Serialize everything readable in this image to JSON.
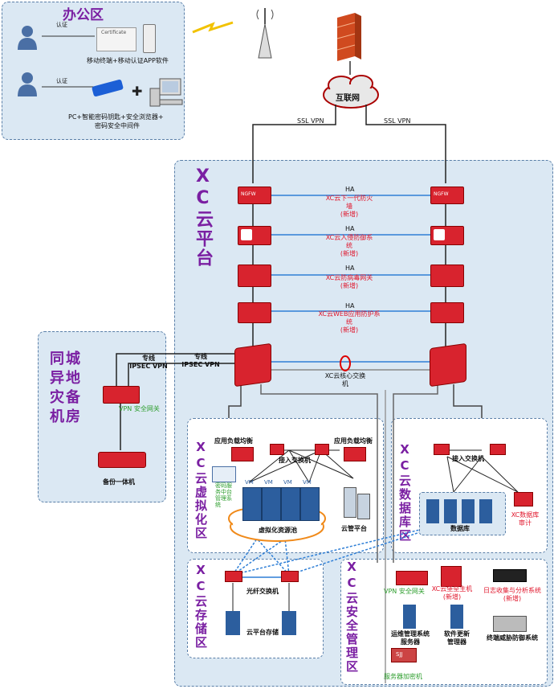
{
  "office": {
    "title": "办公区",
    "cert_label_1": "认证",
    "cert_label_2": "认证",
    "certificate_text": "Certificate",
    "mobile_caption": "移动终端+移动认证APP软件",
    "pc_caption_1": "PC+智能密码钥匙+安全浏览器+",
    "pc_caption_2": "密码安全中间件"
  },
  "internet": {
    "label": "互联网",
    "ssl_left": "SSL VPN",
    "ssl_right": "SSL VPN"
  },
  "cloud": {
    "title": "XC云平台",
    "ngfw_badge": "NGFW",
    "ha_rows": [
      {
        "ha": "HA",
        "lines": [
          "XC云下一代防火",
          "墙",
          "(新增)"
        ]
      },
      {
        "ha": "HA",
        "lines": [
          "XC云入侵防御系",
          "统",
          "(新增)"
        ]
      },
      {
        "ha": "HA",
        "lines": [
          "XC云防病毒网关",
          "(新增)"
        ]
      },
      {
        "ha": "HA",
        "lines": [
          "XC云WEB应用防护系",
          "统",
          "(新增)"
        ]
      }
    ],
    "core_switch": [
      "XC云核心交换",
      "机"
    ]
  },
  "dr": {
    "title": "同城异地灾备机房",
    "dedicated_1": [
      "专线",
      "IPSEC VPN"
    ],
    "dedicated_2": [
      "专线",
      "IPSEC VPN"
    ],
    "vpn_gateway": "VPN 安全网关",
    "backup": "备份一体机"
  },
  "virt": {
    "title": "XC云虚拟化区",
    "lb_left": "应用负载均衡",
    "lb_right": "应用负载均衡",
    "access_switch": "接入交换机",
    "crypto_service": [
      "密码服",
      "务中台",
      "管理系",
      "统"
    ],
    "vm": "VM",
    "pool": "虚拟化资源池",
    "mgmt": "云管平台"
  },
  "db": {
    "title": "XC云数据库区",
    "access_switch": "接入交换机",
    "database": "数据库",
    "audit": [
      "XC数据库",
      "审计"
    ]
  },
  "storage": {
    "title": "XC云存储区",
    "fc_switch": "光纤交换机",
    "storage": "云平台存储"
  },
  "security": {
    "title": "XC云安全管理区",
    "vpn_gateway": "VPN 安全网关",
    "bastion": [
      "XC云堡垒主机",
      "(新增)"
    ],
    "log": [
      "日志收集与分析系统",
      "(新增)"
    ],
    "ops": [
      "运维管理系统",
      "服务器"
    ],
    "update": [
      "软件更新",
      "管理器"
    ],
    "threat": "终端威胁防御系统",
    "sjj_badge": "SJJ",
    "encryptor": "服务器加密机"
  },
  "colors": {
    "zone_blue": "#dbe8f3",
    "title_purple": "#7a1fa2",
    "alert_red": "#e0142a",
    "vpn_green": "#2d9e2d",
    "ha_line": "#2f7fd6"
  }
}
